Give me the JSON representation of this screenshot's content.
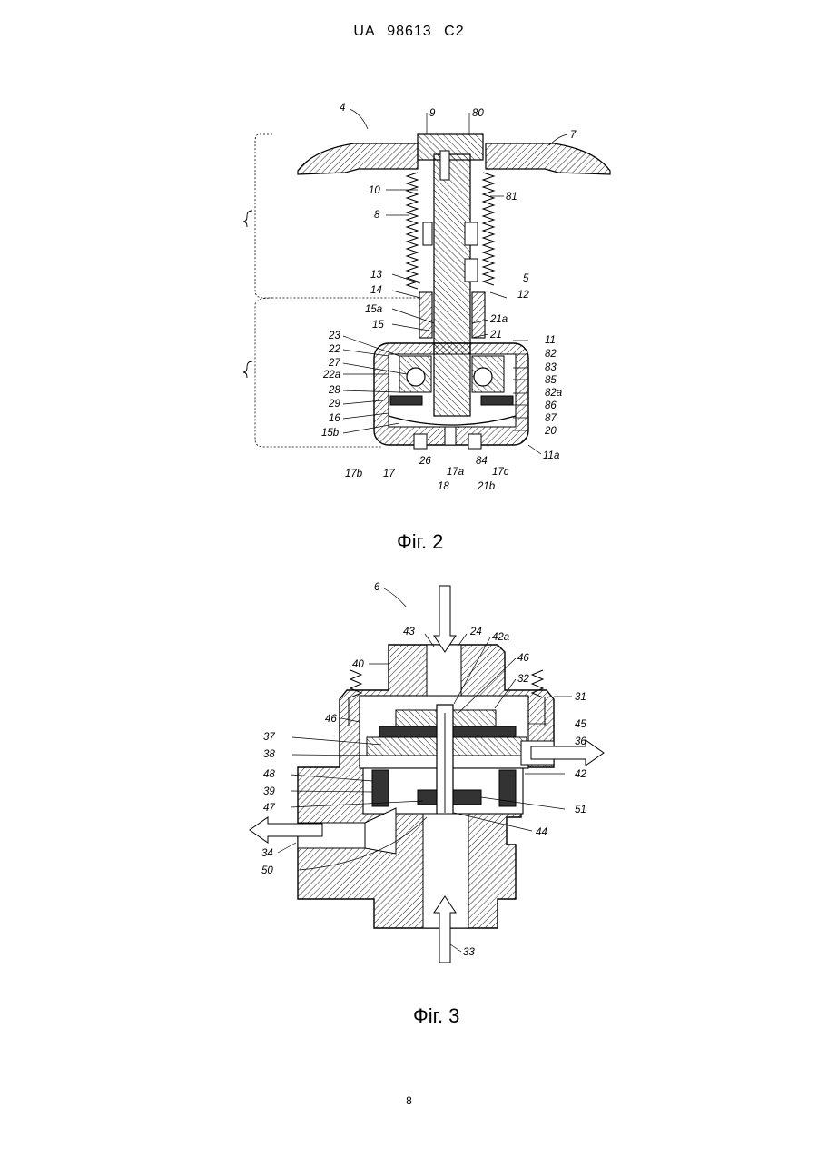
{
  "header": {
    "patent_number": "UA   98613   C2"
  },
  "figure2": {
    "caption": "Фіг. 2",
    "labels": {
      "l4": "4",
      "l9": "9",
      "l80": "80",
      "l7": "7",
      "l10": "10",
      "l81": "81",
      "l8": "8",
      "l13": "13",
      "l5": "5",
      "l14": "14",
      "l12": "12",
      "l15a": "15a",
      "l21a": "21a",
      "l15": "15",
      "l21": "21",
      "l23": "23",
      "l11": "11",
      "l22": "22",
      "l82": "82",
      "l27": "27",
      "l83": "83",
      "l22a": "22a",
      "l85": "85",
      "l28": "28",
      "l82a": "82a",
      "l29": "29",
      "l86": "86",
      "l16": "16",
      "l87": "87",
      "l15b": "15b",
      "l20": "20",
      "l11a": "11a",
      "l26": "26",
      "l84": "84",
      "l17b": "17b",
      "l17": "17",
      "l17a": "17a",
      "l17c": "17c",
      "l18": "18",
      "l21b": "21b"
    }
  },
  "figure3": {
    "caption": "Фіг. 3",
    "labels": {
      "l6": "6",
      "l43": "43",
      "l24": "24",
      "l42a": "42a",
      "l40": "40",
      "l46a": "46",
      "l32": "32",
      "l31": "31",
      "l46b": "46",
      "l45": "45",
      "l37": "37",
      "l36": "36",
      "l38": "38",
      "l42": "42",
      "l48": "48",
      "l39": "39",
      "l47": "47",
      "l51": "51",
      "l44": "44",
      "l34": "34",
      "l50": "50",
      "l33": "33"
    }
  },
  "footer": {
    "page_number": "8"
  }
}
